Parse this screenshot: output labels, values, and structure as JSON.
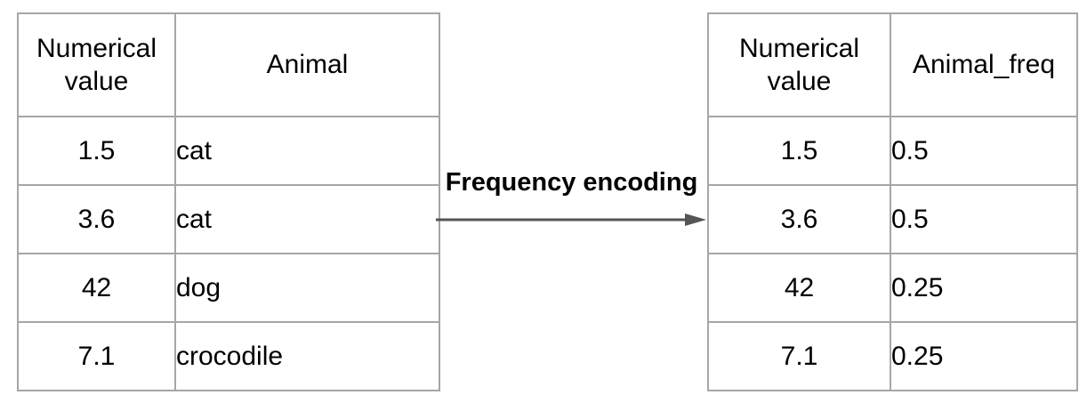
{
  "figure": {
    "arrow_label": "Frequency encoding"
  },
  "left_table": {
    "headers": [
      "Numerical value",
      "Animal"
    ],
    "rows": [
      [
        "1.5",
        "cat"
      ],
      [
        "3.6",
        "cat"
      ],
      [
        "42",
        "dog"
      ],
      [
        "7.1",
        "crocodile"
      ]
    ]
  },
  "right_table": {
    "headers": [
      "Numerical value",
      "Animal_freq"
    ],
    "rows": [
      [
        "1.5",
        "0.5"
      ],
      [
        "3.6",
        "0.5"
      ],
      [
        "42",
        "0.25"
      ],
      [
        "7.1",
        "0.25"
      ]
    ]
  },
  "colors": {
    "border": "#a6a6a6",
    "arrow": "#555555",
    "text": "#000000",
    "background": "#ffffff"
  }
}
